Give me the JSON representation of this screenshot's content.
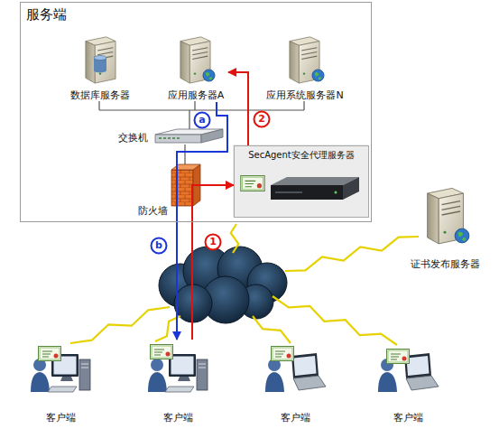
{
  "diagram": {
    "nodes": [
      {
        "text": [
          "服务端"
        ]
      },
      {
        "text": [
          "数据库服务器"
        ],
        "in": 0
      },
      {
        "text": [
          "应用服务器A"
        ],
        "in": 0
      },
      {
        "text": [
          "应用系统服务器N"
        ],
        "in": 0
      },
      {
        "text": [
          "交换机"
        ],
        "in": 0
      },
      {
        "text": [
          "防火墙"
        ],
        "in": 0
      },
      {
        "text": [
          "SecAgent安全代理服务器"
        ],
        "in": 0
      },
      {
        "text": [
          "证书发布服务器"
        ]
      },
      {
        "text": [
          "客户端"
        ]
      },
      {
        "text": [
          "客户端"
        ]
      },
      {
        "text": [
          "客户端"
        ]
      },
      {
        "text": [
          "客户端"
        ]
      }
    ],
    "edges": [
      {
        "from": 9,
        "to": 6,
        "arrow": "to"
      },
      {
        "from": 6,
        "to": 2,
        "arrow": "to"
      },
      {
        "from": 2,
        "to": 9,
        "arrow": "to"
      }
    ],
    "labels": [
      "a",
      "b",
      "1",
      "2"
    ]
  }
}
